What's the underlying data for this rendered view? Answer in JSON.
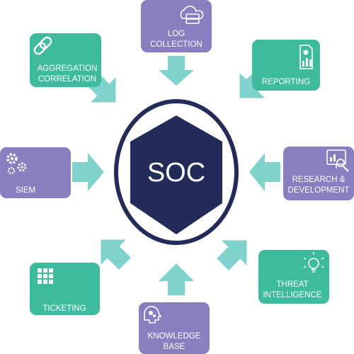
{
  "center": {
    "label": "SOC"
  },
  "colors": {
    "purple": "#8a7ec0",
    "teal": "#3dbb9c",
    "arrow": "#7fd3cc",
    "hex": "#232c58",
    "ring": "#232c58",
    "text": "#ffffff"
  },
  "nodes": [
    {
      "id": "log-collection",
      "lines": [
        "LOG",
        "COLLECTION"
      ],
      "icon": "cloud-database-icon"
    },
    {
      "id": "reporting",
      "lines": [
        "REPORTING"
      ],
      "icon": "report-chart-icon"
    },
    {
      "id": "research-development",
      "lines": [
        "RESEARCH &",
        "DEVELOPMENT"
      ],
      "icon": "monitor-search-icon"
    },
    {
      "id": "threat-intelligence",
      "lines": [
        "THREAT",
        "INTELLIGENCE"
      ],
      "icon": "lightbulb-icon"
    },
    {
      "id": "knowledge-base",
      "lines": [
        "KNOWLEDGE",
        "BASE"
      ],
      "icon": "head-gears-icon"
    },
    {
      "id": "ticketing",
      "lines": [
        "TICKETING"
      ],
      "icon": "grid-icon"
    },
    {
      "id": "siem",
      "lines": [
        "SIEM"
      ],
      "icon": "gears-icon"
    },
    {
      "id": "aggregation-correlation",
      "lines": [
        "AGGREGATION",
        "CORRELATION"
      ],
      "icon": "chain-link-icon"
    }
  ]
}
